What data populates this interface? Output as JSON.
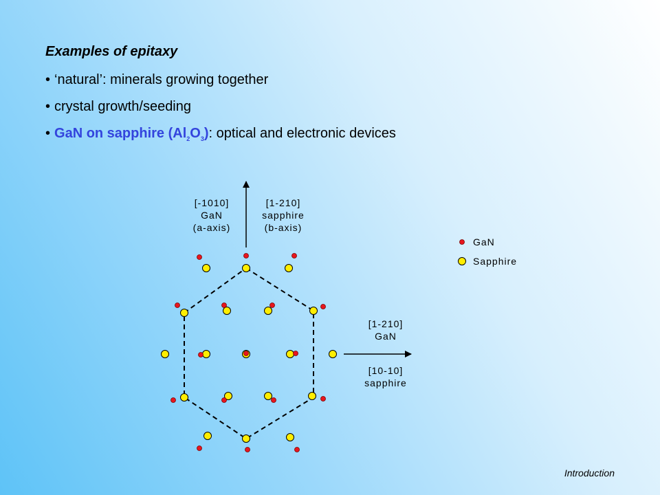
{
  "slide": {
    "heading": "Examples of epitaxy",
    "bullet_char": "•",
    "bullets": [
      {
        "text": "‘natural’: minerals growing together"
      },
      {
        "text": "crystal growth/seeding"
      },
      {
        "blue_prefix": "GaN on sapphire (Al",
        "sub1": "2",
        "mid": "O",
        "sub2": "3",
        "blue_suffix": ")",
        "rest": ": optical and electronic devices"
      }
    ],
    "footer": "Introduction"
  },
  "diagram": {
    "vertical_arrow_labels": {
      "left": [
        "[-1010]",
        "GaN",
        "(a-axis)"
      ],
      "right": [
        "[1-210]",
        "sapphire",
        "(b-axis)"
      ]
    },
    "horizontal_arrow_labels": {
      "top": [
        "[1-210]",
        "GaN"
      ],
      "bottom": [
        "[10-10]",
        "sapphire"
      ]
    },
    "legend": [
      {
        "label": "GaN",
        "symbol": "gan"
      },
      {
        "label": "Sapphire",
        "symbol": "sapphire"
      }
    ],
    "colors": {
      "gan": "#e8161e",
      "sapphire": "#ffee00",
      "outline": "#000000"
    }
  }
}
